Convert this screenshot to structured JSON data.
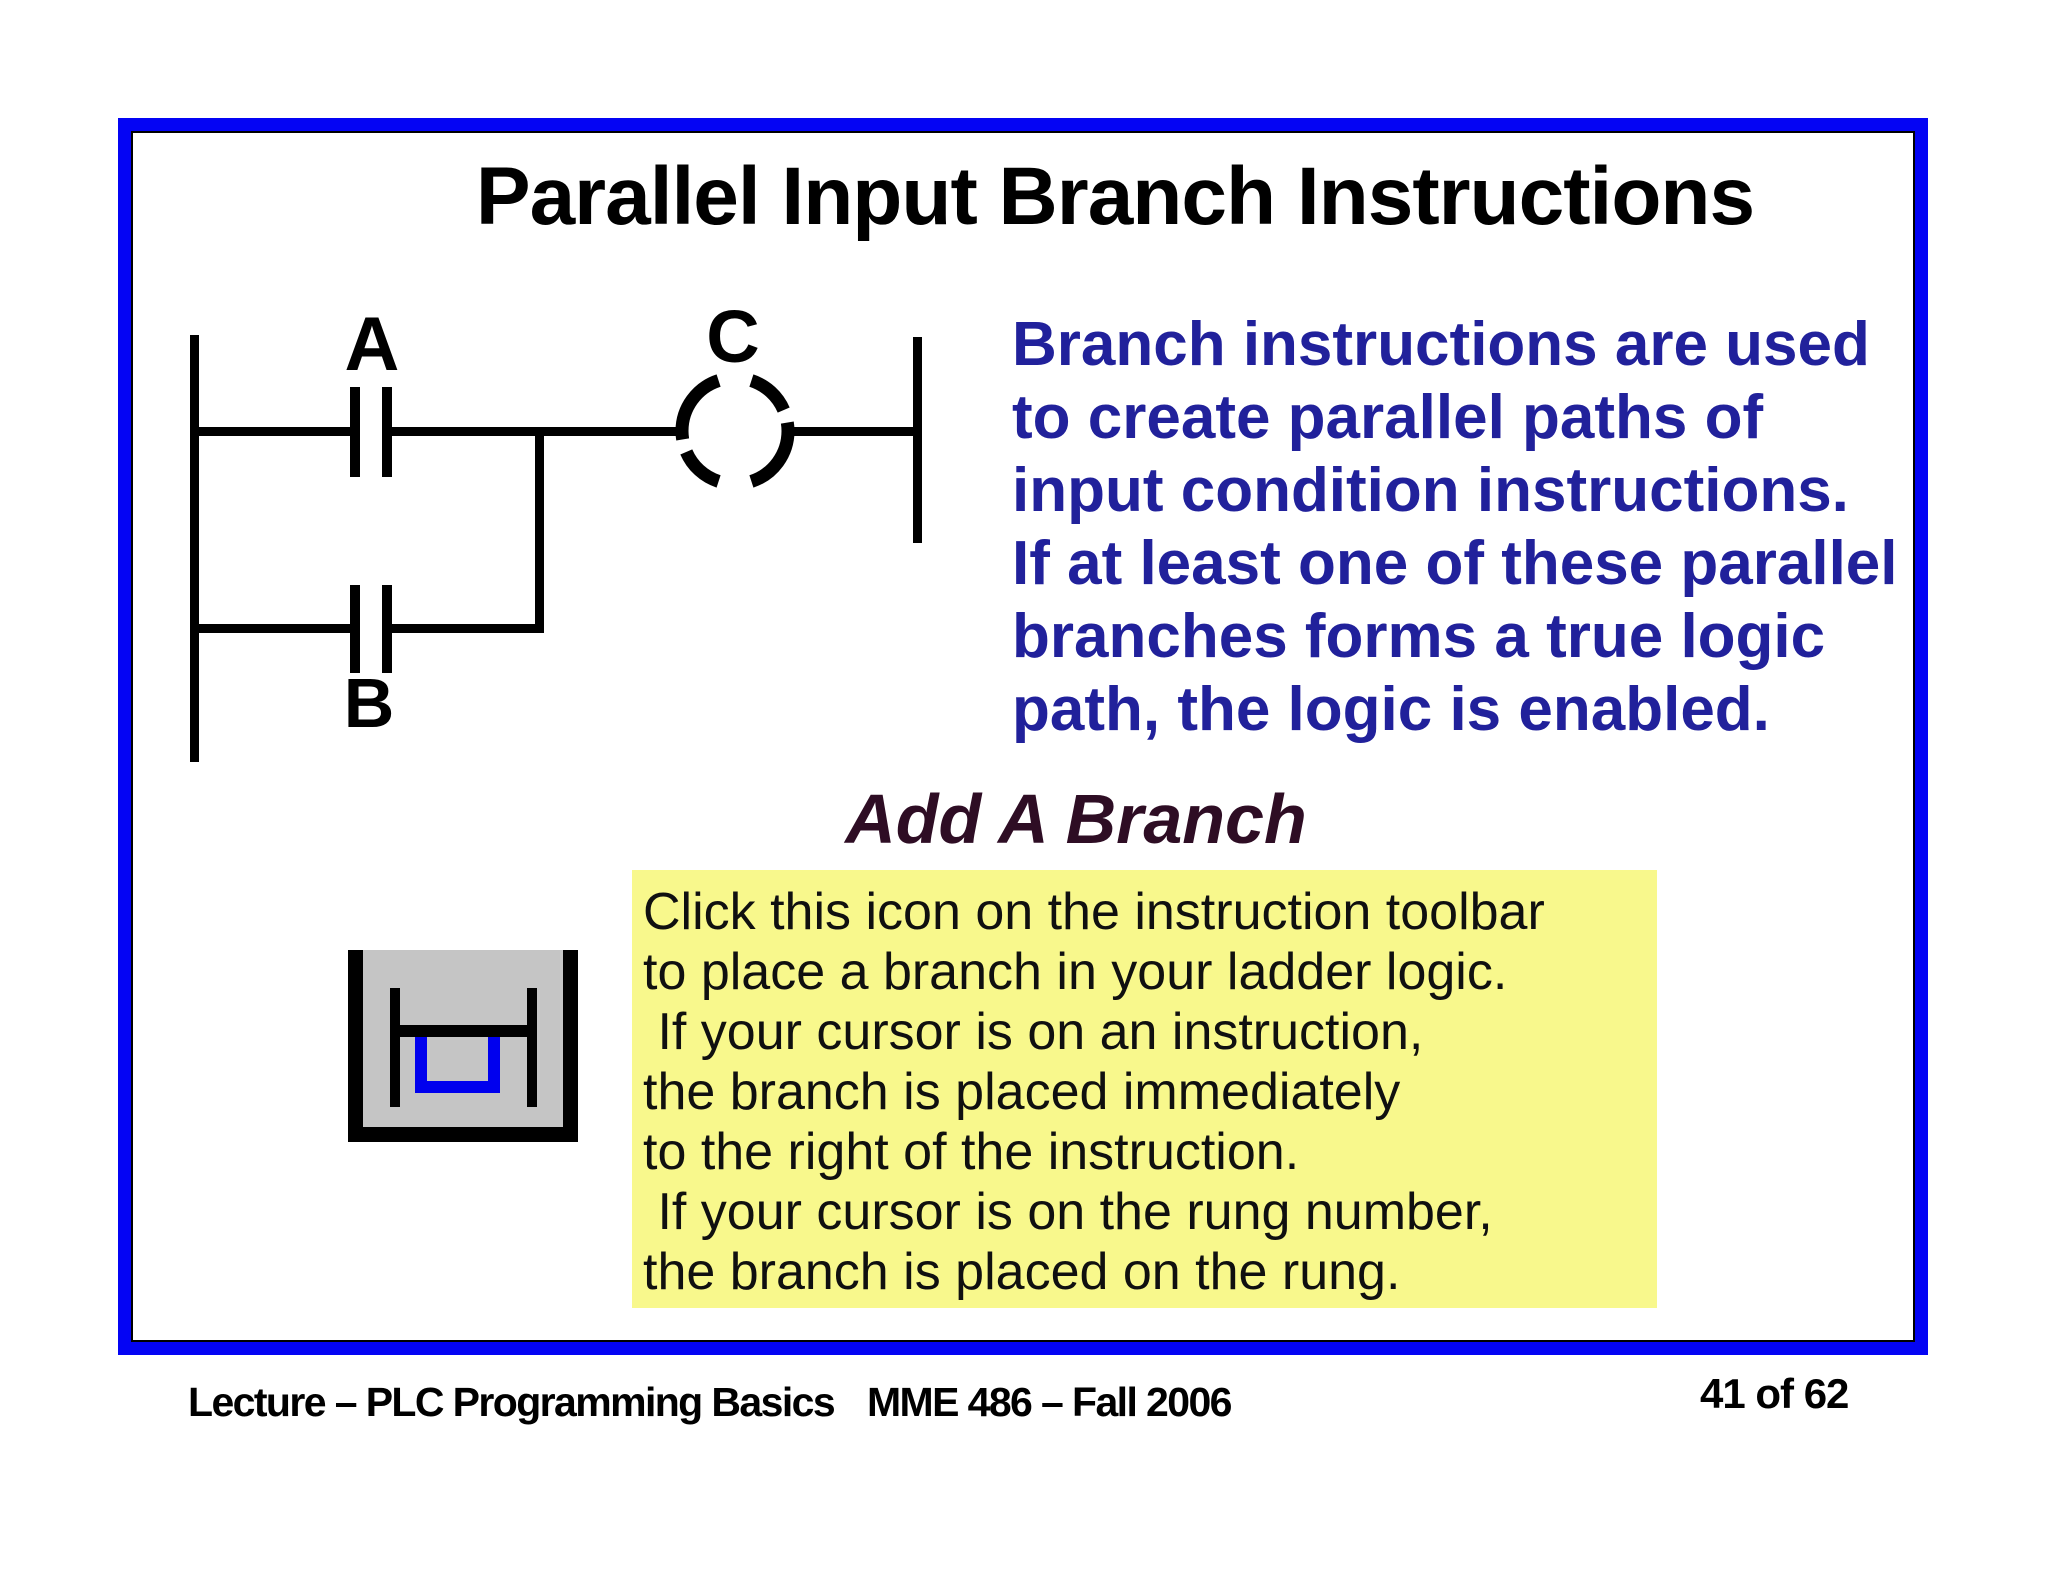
{
  "slide": {
    "title": "Parallel Input Branch Instructions",
    "ladder": {
      "label_a": "A",
      "label_b": "B",
      "label_c": "C"
    },
    "description": {
      "lines": [
        "Branch instructions are used",
        "to create parallel paths of",
        "input condition instructions.",
        "If at least one of these parallel",
        "branches forms a true logic",
        "path, the logic is enabled."
      ]
    },
    "subheading": "Add A Branch",
    "callout": {
      "lines": [
        "Click this icon on the instruction toolbar",
        "to place a branch in your ladder logic.",
        " If your cursor is on an instruction,",
        "the branch is placed immediately",
        "to the right of the instruction.",
        " If your cursor is on the rung number,",
        "the branch is placed on the rung."
      ]
    },
    "icon": {
      "name": "add-branch-toolbar-icon"
    },
    "colors": {
      "border_blue": "#0404f4",
      "body_navy": "#21219b",
      "subheading_dark": "#2e0d24",
      "callout_yellow": "#f8f88c",
      "icon_gray": "#c5c5c5",
      "icon_blue": "#0000ee"
    }
  },
  "footer": {
    "left": "Lecture – PLC Programming Basics",
    "center": "MME 486 – Fall 2006",
    "right": "41 of 62"
  }
}
